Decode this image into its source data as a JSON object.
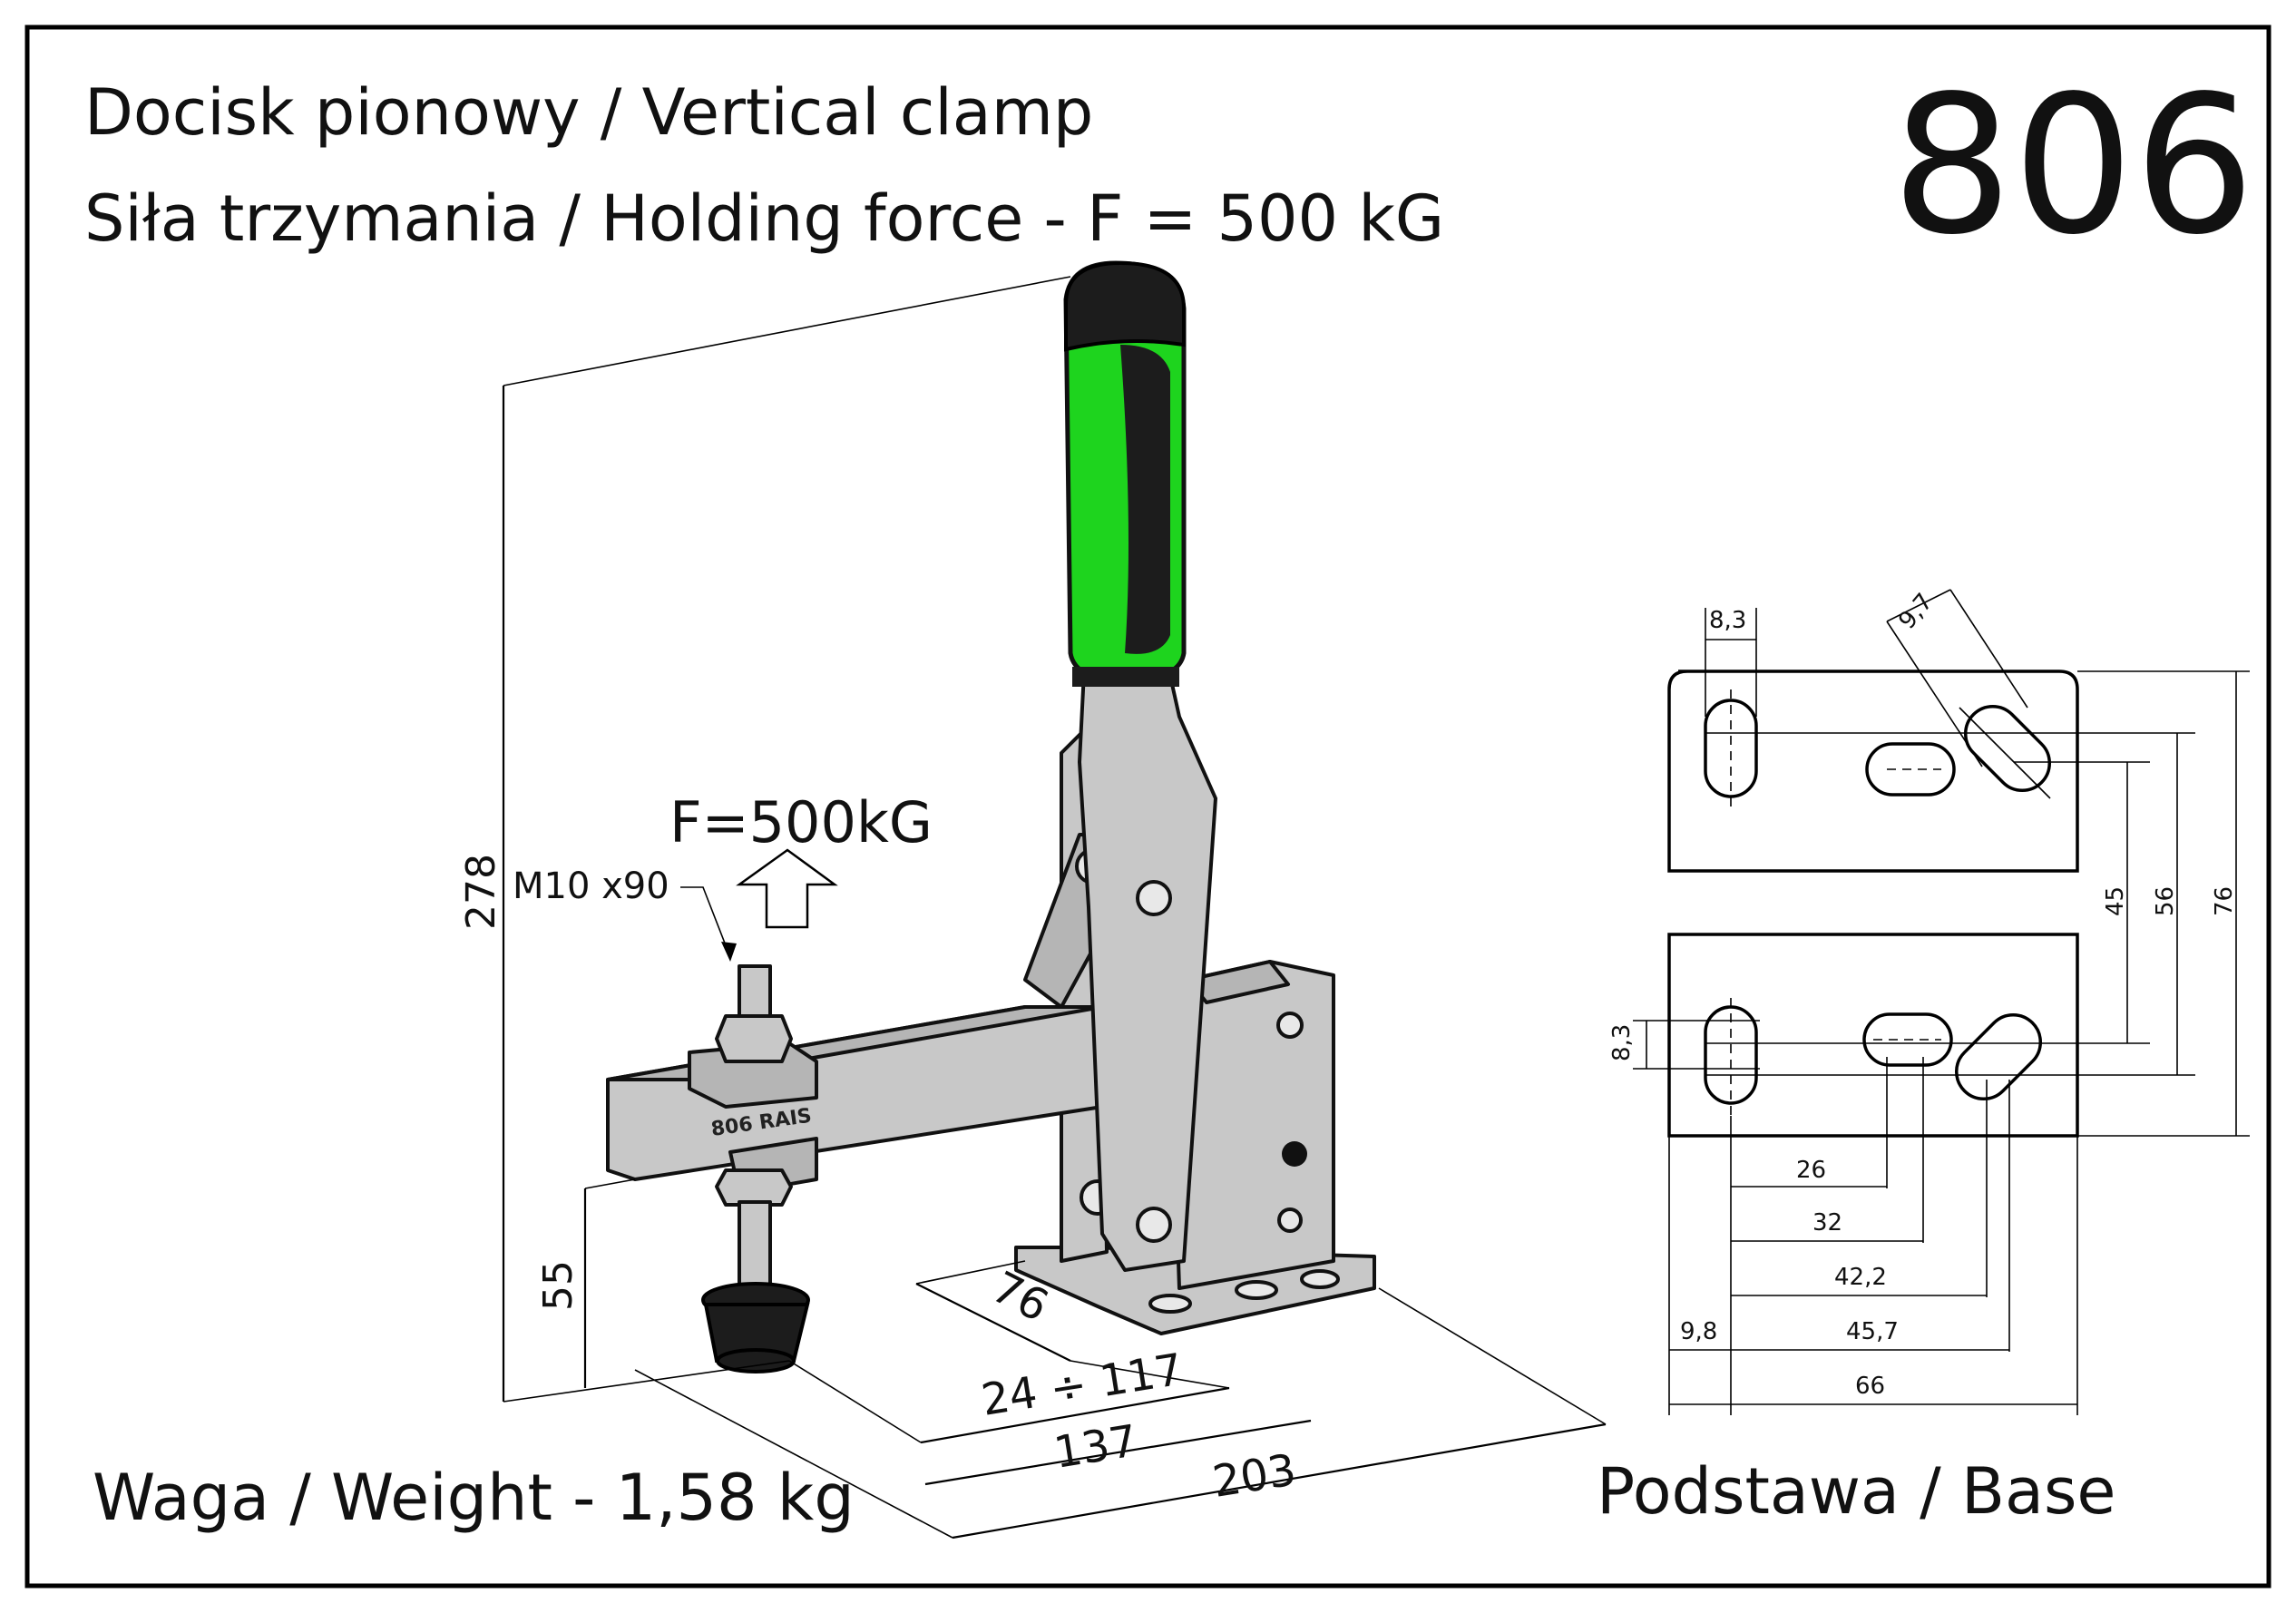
{
  "header": {
    "title_line1": "Docisk pionowy / Vertical clamp",
    "title_line2": "Siła trzymania / Holding force - F = 500 kG",
    "model_number": "806"
  },
  "footer": {
    "weight": "Waga / Weight - 1,58 kg",
    "base_caption": "Podstawa / Base"
  },
  "clamp_drawing": {
    "force_label": "F=500kG",
    "spindle_label": "M10 x90",
    "bar_marking": "806 RAIS",
    "dimensions": {
      "total_height": "278",
      "spindle_height": "55",
      "base_depth": "76",
      "clamp_range": "24 ÷ 117",
      "reach": "137",
      "overall_length": "203"
    },
    "colors": {
      "handle_green": "#1ed41e",
      "handle_black": "#1c1c1c",
      "metal": "#c8c8c8"
    }
  },
  "base_drawing": {
    "dimensions": {
      "slot_width_top": "8,3",
      "slot_width_angled": "9,7",
      "slot_width_side": "8,3",
      "spacing_45": "45",
      "spacing_56": "56",
      "height_76": "76",
      "offset_26": "26",
      "offset_32": "32",
      "offset_42_2": "42,2",
      "offset_9_8": "9,8",
      "offset_45_7": "45,7",
      "width_66": "66"
    }
  }
}
